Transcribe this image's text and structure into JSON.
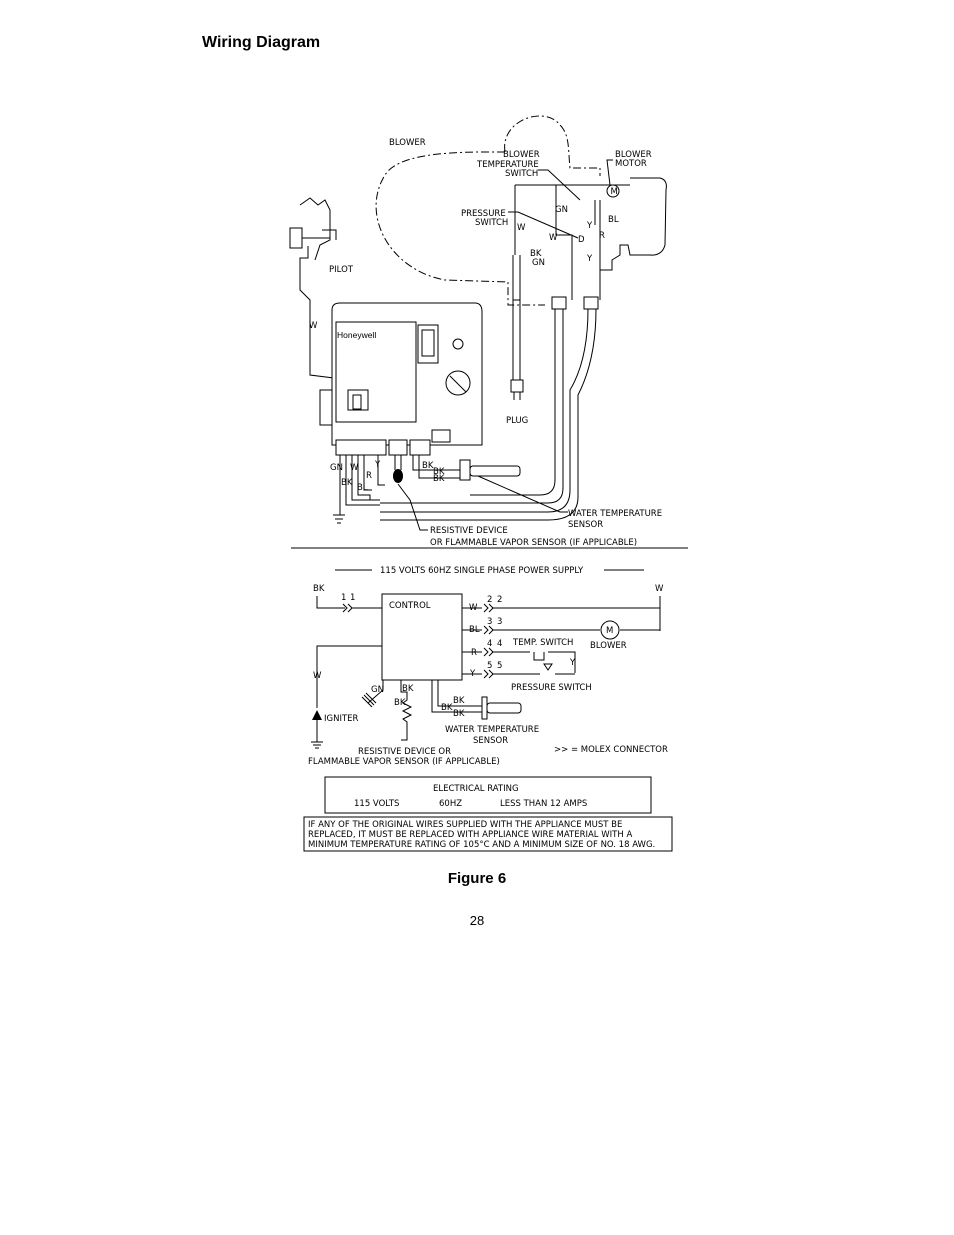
{
  "page": {
    "title": "Wiring Diagram",
    "caption": "Figure 6",
    "page_number": "28"
  },
  "pictorial": {
    "labels": {
      "blower": "BLOWER",
      "blower_temp_switch": [
        "BLOWER",
        "TEMPERATURE",
        "SWITCH"
      ],
      "blower_motor": [
        "BLOWER",
        "MOTOR"
      ],
      "pressure_switch": [
        "PRESSURE",
        "SWITCH"
      ],
      "pilot": "PILOT",
      "plug": "PLUG",
      "brand": "Honeywell",
      "water_temp_sensor": [
        "WATER TEMPERATURE",
        "SENSOR"
      ],
      "resistive_device": [
        "RESISTIVE DEVICE",
        "OR FLAMMABLE VAPOR SENSOR (IF APPLICABLE)"
      ]
    },
    "wires": {
      "gn": "GN",
      "w": "W",
      "y": "Y",
      "r": "R",
      "bk": "BK",
      "bl": "BL",
      "d": "D"
    },
    "motor_symbol": "M"
  },
  "schematic": {
    "supply": "115 VOLTS 60HZ SINGLE PHASE POWER SUPPLY",
    "control": "CONTROL",
    "connectors": [
      "1",
      "2",
      "3",
      "4",
      "5"
    ],
    "temp_switch": "TEMP. SWITCH",
    "blower": "BLOWER",
    "pressure_switch": "PRESSURE SWITCH",
    "igniter": "IGNITER",
    "water_temp_sensor": [
      "WATER TEMPERATURE",
      "SENSOR"
    ],
    "resistive_device": [
      "RESISTIVE DEVICE OR",
      "FLAMMABLE VAPOR SENSOR (IF APPLICABLE)"
    ],
    "molex": ">> = MOLEX CONNECTOR"
  },
  "rating": {
    "title": "ELECTRICAL RATING",
    "volts": "115 VOLTS",
    "hz": "60HZ",
    "amps": "LESS THAN 12 AMPS"
  },
  "notice": [
    "IF ANY OF THE ORIGINAL WIRES SUPPLIED WITH THE APPLIANCE MUST BE",
    "REPLACED, IT MUST BE REPLACED WITH APPLIANCE WIRE MATERIAL WITH A",
    "MINIMUM TEMPERATURE RATING OF 105°C AND A MINIMUM SIZE OF NO. 18 AWG."
  ]
}
